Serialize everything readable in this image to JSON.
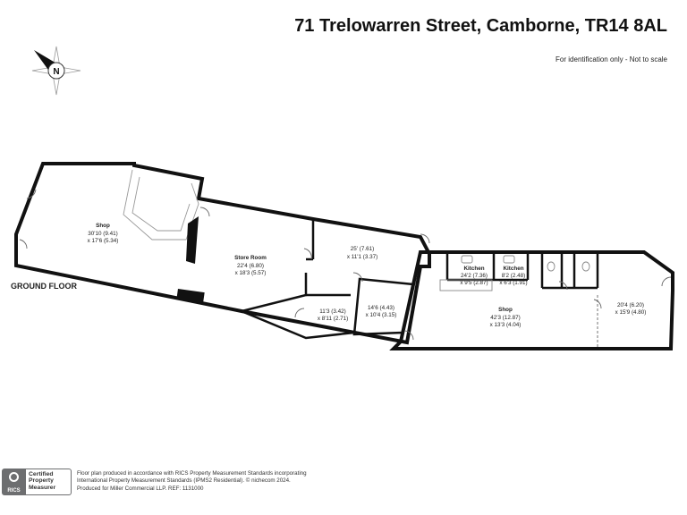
{
  "header": {
    "title": "71 Trelowarren Street, Camborne, TR14 8AL",
    "subtitle": "For identification only - Not to scale"
  },
  "compass": {
    "icon": "compass-north-icon",
    "label": "N"
  },
  "floor": {
    "label": "GROUND FLOOR"
  },
  "rooms": {
    "shop_left": {
      "name": "Shop",
      "dim1": "30'10 (9.41)",
      "dim2": "x 17'6 (5.34)"
    },
    "store_room": {
      "name": "Store Room",
      "dim1": "22'4 (6.80)",
      "dim2": "x 18'3 (5.57)"
    },
    "room_upper": {
      "dim1": "25' (7.61)",
      "dim2": "x 11'1 (3.37)"
    },
    "room_small": {
      "dim1": "11'3 (3.42)",
      "dim2": "x 8'11 (2.71)"
    },
    "room_mid": {
      "dim1": "14'6 (4.43)",
      "dim2": "x 10'4 (3.15)"
    },
    "kitchen_1": {
      "name": "Kitchen",
      "dim1": "24'2 (7.36)",
      "dim2": "x 9'5 (2.87)"
    },
    "kitchen_2": {
      "name": "Kitchen",
      "dim1": "8'2 (2.48)",
      "dim2": "x 6'3 (1.91)"
    },
    "shop_right": {
      "name": "Shop",
      "dim1": "42'3 (12.87)",
      "dim2": "x 13'3 (4.04)"
    },
    "room_end": {
      "dim1": "20'4 (6.20)",
      "dim2": "x 15'9 (4.80)"
    }
  },
  "footer": {
    "badge": {
      "logo": "RICS",
      "line1": "Certified",
      "line2": "Property",
      "line3": "Measurer"
    },
    "line1": "Floor plan produced in accordance with RICS Property Measurement Standards incorporating",
    "line2": "International Property Measurement Standards (IPMS2 Residential).  © nichecom 2024.",
    "line3": "Produced for Miller Commercial LLP.   REF:  1131000"
  }
}
